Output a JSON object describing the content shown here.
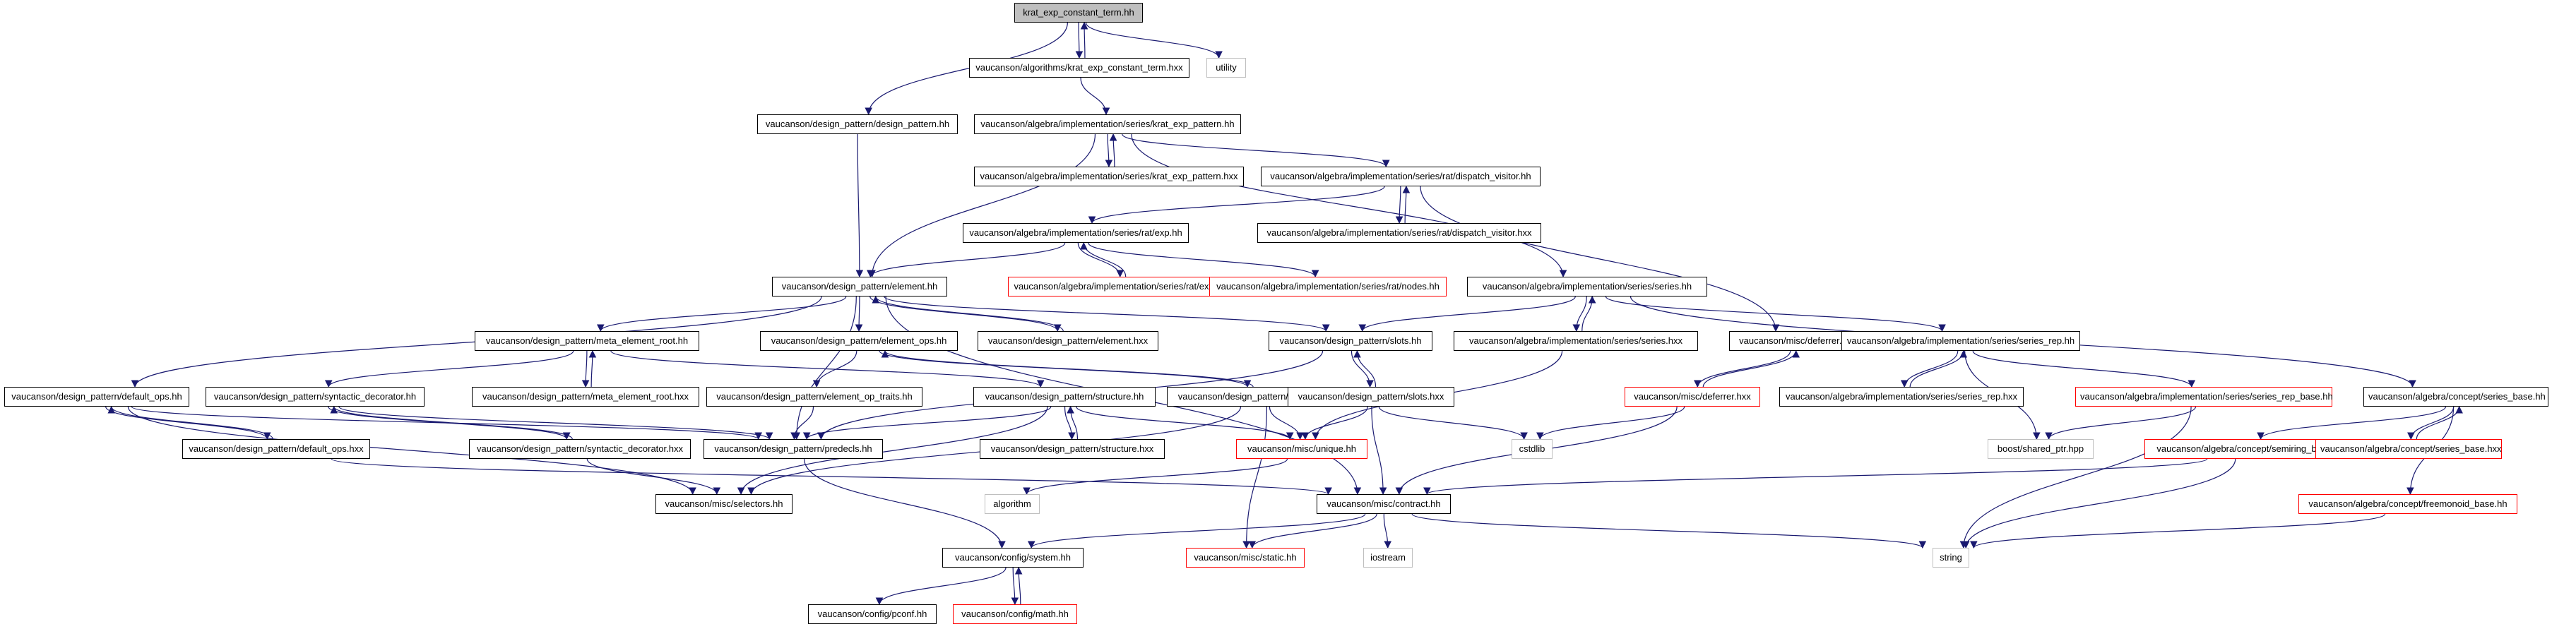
{
  "colors": {
    "edge": "#191970",
    "node_border": "#000000",
    "missing_border": "#ff0000",
    "external_border": "#bfbfbf",
    "root_fill": "#bfbfbf"
  },
  "nodes": {
    "krat_exp_constant_term_hh": "krat_exp_constant_term.hh",
    "alg_krat_exp_constant_term_hxx": "vaucanson/algorithms/krat_exp_constant_term.hxx",
    "utility": "utility",
    "dp_design_pattern_hh": "vaucanson/design_pattern/design_pattern.hh",
    "krat_exp_pattern_hh": "vaucanson/algebra/implementation/series/krat_exp_pattern.hh",
    "krat_exp_pattern_hxx": "vaucanson/algebra/implementation/series/krat_exp_pattern.hxx",
    "dispatch_visitor_hh": "vaucanson/algebra/implementation/series/rat/dispatch_visitor.hh",
    "dispatch_visitor_hxx": "vaucanson/algebra/implementation/series/rat/dispatch_visitor.hxx",
    "rat_exp_hh": "vaucanson/algebra/implementation/series/rat/exp.hh",
    "rat_exp_hxx": "vaucanson/algebra/implementation/series/rat/exp.hxx",
    "rat_nodes_hh": "vaucanson/algebra/implementation/series/rat/nodes.hh",
    "element_hh": "vaucanson/design_pattern/element.hh",
    "series_hh": "vaucanson/algebra/implementation/series/series.hh",
    "meta_element_root_hh": "vaucanson/design_pattern/meta_element_root.hh",
    "meta_element_root_hxx": "vaucanson/design_pattern/meta_element_root.hxx",
    "element_ops_hh": "vaucanson/design_pattern/element_ops.hh",
    "element_hxx": "vaucanson/design_pattern/element.hxx",
    "slots_hh": "vaucanson/design_pattern/slots.hh",
    "series_hxx": "vaucanson/algebra/implementation/series/series.hxx",
    "deferrer_hh": "vaucanson/misc/deferrer.hh",
    "series_rep_hh": "vaucanson/algebra/implementation/series/series_rep.hh",
    "default_ops_hh": "vaucanson/design_pattern/default_ops.hh",
    "syntactic_decorator_hh": "vaucanson/design_pattern/syntactic_decorator.hh",
    "element_op_traits_hh": "vaucanson/design_pattern/element_op_traits.hh",
    "structure_hh": "vaucanson/design_pattern/structure.hh",
    "element_ops_hxx": "vaucanson/design_pattern/element_ops.hxx",
    "slots_hxx": "vaucanson/design_pattern/slots.hxx",
    "deferrer_hxx": "vaucanson/misc/deferrer.hxx",
    "series_rep_hxx": "vaucanson/algebra/implementation/series/series_rep.hxx",
    "series_rep_base_hh": "vaucanson/algebra/implementation/series/series_rep_base.hh",
    "series_base_hh": "vaucanson/algebra/concept/series_base.hh",
    "default_ops_hxx": "vaucanson/design_pattern/default_ops.hxx",
    "syntactic_decorator_hxx": "vaucanson/design_pattern/syntactic_decorator.hxx",
    "predecls_hh": "vaucanson/design_pattern/predecls.hh",
    "structure_hxx": "vaucanson/design_pattern/structure.hxx",
    "unique_hh": "vaucanson/misc/unique.hh",
    "cstdlib": "cstdlib",
    "shared_ptr": "boost/shared_ptr.hpp",
    "semiring_base_hh": "vaucanson/algebra/concept/semiring_base.hh",
    "series_base_hxx": "vaucanson/algebra/concept/series_base.hxx",
    "selectors_hh": "vaucanson/misc/selectors.hh",
    "algorithm": "algorithm",
    "contract_hh": "vaucanson/misc/contract.hh",
    "freemonoid_base_hh": "vaucanson/algebra/concept/freemonoid_base.hh",
    "system_hh": "vaucanson/config/system.hh",
    "static_hh": "vaucanson/misc/static.hh",
    "iostream": "iostream",
    "string": "string",
    "pconf_hh": "vaucanson/config/pconf.hh",
    "math_hh": "vaucanson/config/math.hh"
  }
}
